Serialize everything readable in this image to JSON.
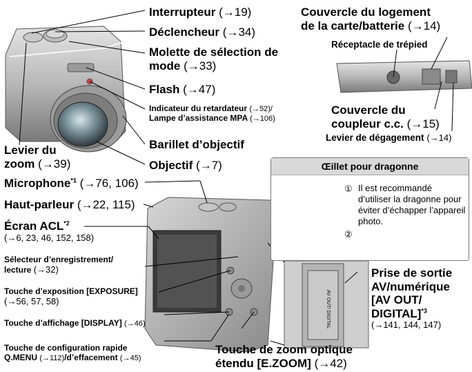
{
  "labels": {
    "interrupteur": "Interrupteur",
    "interrupteur_ref": "(→19)",
    "declencheur": "Déclencheur",
    "declencheur_ref": "(→34)",
    "molette1": "Molette de sélection de",
    "molette2": "mode",
    "molette_ref": "(→33)",
    "flash": "Flash",
    "flash_ref": "(→47)",
    "indicateur": "Indicateur du retardateur",
    "indicateur_ref": "(→52)/",
    "lampe": "Lampe d’assistance MPA",
    "lampe_ref": "(→106)",
    "barillet": "Barillet d’objectif",
    "objectif": "Objectif",
    "objectif_ref": "(→7)",
    "levier1": "Levier du",
    "levier2": "zoom",
    "levier_ref": "(→39)",
    "couvercle1": "Couvercle du logement",
    "couvercle2": "de la carte/batterie",
    "couvercle_ref": "(→14)",
    "receptacle": "Réceptacle de trépied",
    "coupleur1": "Couvercle du",
    "coupleur2": "coupleur c.c.",
    "coupleur_ref": "(→15)",
    "degagement": "Levier de dégagement",
    "degagement_ref": "(→14)",
    "microphone": "Microphone",
    "microphone_sup": "*1",
    "microphone_ref": "(→76, 106)",
    "hautparleur": "Haut-parleur",
    "hautparleur_ref": "(→22, 115)",
    "ecran": "Écran ACL",
    "ecran_sup": "*2",
    "ecran_ref": "(→6, 23, 46, 152, 158)",
    "selecteur1": "Sélecteur d’enregistrement/",
    "selecteur2": "lecture",
    "selecteur_ref": "(→32)",
    "exposition": "Touche d’exposition [EXPOSURE]",
    "exposition_ref": "(→56, 57, 58)",
    "affichage": "Touche d’affichage [DISPLAY]",
    "affichage_ref": "(→46)",
    "config1": "Touche de configuration rapide",
    "config2": "Q.MENU",
    "config2_ref": "(→112)",
    "config3": "/d’effacement",
    "config3_ref": "(→45)",
    "prise1": "Prise de sortie",
    "prise2": "AV/numérique",
    "prise3": "[AV OUT/",
    "prise4": "DIGITAL]",
    "prise_sup": "*3",
    "prise_ref": "(→141, 144, 147)",
    "ezoom1": "Touche de zoom optique",
    "ezoom2": "étendu [E.ZOOM]",
    "ezoom_ref": "(→42)"
  },
  "strap_panel": {
    "title": "Œillet pour dragonne",
    "text": "Il est recommandé d’utiliser la dragonne pour éviter d’échapper l’appareil photo.",
    "num1": "①",
    "num2": "②"
  },
  "jack_label": "AV OUT/ DIGITAL"
}
